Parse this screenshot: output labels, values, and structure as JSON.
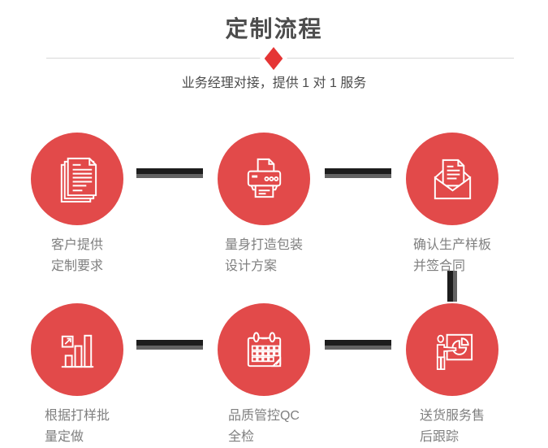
{
  "page": {
    "title": "定制流程",
    "subtitle": "业务经理对接，提供 1 对 1 服务"
  },
  "steps": [
    {
      "icon": "documents-icon",
      "label_line1": "客户提供",
      "label_line2": "定制要求"
    },
    {
      "icon": "printer-icon",
      "label_line1": "量身打造包装",
      "label_line2": "设计方案"
    },
    {
      "icon": "envelope-icon",
      "label_line1": "确认生产样板",
      "label_line2": "并签合同"
    },
    {
      "icon": "bar-chart-icon",
      "label_line1": "根据打样批",
      "label_line2": "量定做"
    },
    {
      "icon": "calendar-icon",
      "label_line1": "品质管控QC",
      "label_line2": "全检"
    },
    {
      "icon": "presentation-icon",
      "label_line1": "送货服务售",
      "label_line2": "后跟踪"
    }
  ],
  "colors": {
    "accent_red": "#e24a4a",
    "diamond_red": "#e53535",
    "icon_white": "#ffffff",
    "title_gray": "#4d4d4d",
    "subtitle_gray": "#4b4b4b",
    "label_gray": "#7f7f7f",
    "divider_gray": "#d9d9d9",
    "connector_dark": "#1d1d1d",
    "connector_gray": "#636363"
  }
}
